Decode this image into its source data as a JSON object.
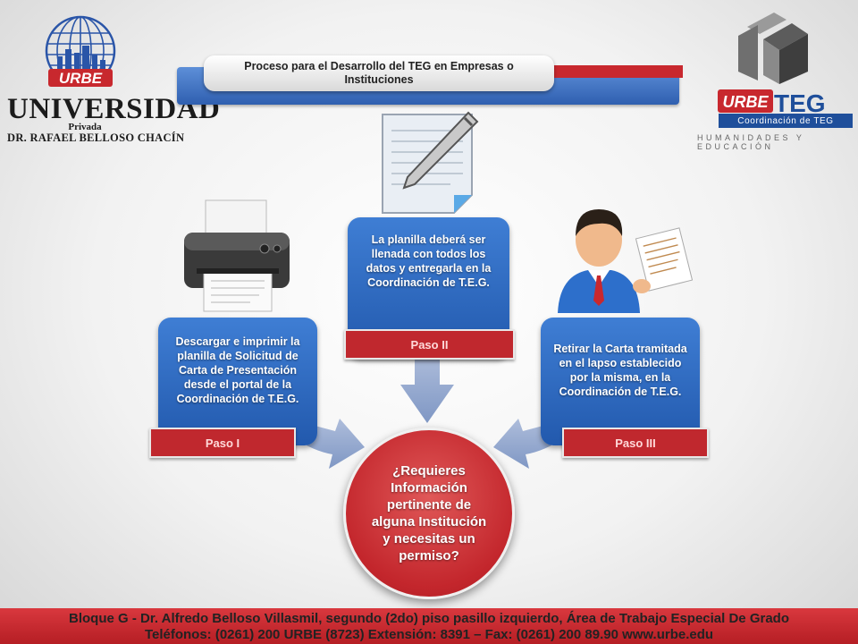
{
  "university": {
    "name": "UNIVERSIDAD",
    "type": "Privada",
    "fullname": "DR. RAFAEL BELLOSO CHACÍN"
  },
  "teg_logo": {
    "brand": "TEG",
    "subtitle": "Coordinación de TEG",
    "tagline": "HUMANIDADES Y EDUCACIÓN"
  },
  "title": "Proceso para el Desarrollo del TEG en Empresas o Instituciones",
  "steps": [
    {
      "label": "Paso I",
      "text": "Descargar e imprimir la planilla de Solicitud de Carta de Presentación desde el portal de la Coordinación de T.E.G.",
      "icon": "printer-icon"
    },
    {
      "label": "Paso II",
      "text": "La planilla deberá ser llenada con todos los datos y entregarla en la Coordinación de T.E.G.",
      "icon": "document-pen-icon"
    },
    {
      "label": "Paso III",
      "text": "Retirar la Carta tramitada en el lapso establecido por la misma, en la Coordinación de T.E.G.",
      "icon": "person-document-icon"
    }
  ],
  "center": "¿Requieres Información pertinente de alguna Institución y necesitas un permiso?",
  "footer": {
    "line1": "Bloque G - Dr. Alfredo Belloso Villasmil, segundo (2do) piso pasillo izquierdo, Área de Trabajo Especial De Grado",
    "line2": "Teléfonos: (0261) 200 URBE (8723) Extensión: 8391 – Fax: (0261) 200 89.90  www.urbe.edu"
  },
  "colors": {
    "blue": "#2f63b5",
    "red": "#c0282e",
    "arrow": "#8fa6cc"
  }
}
